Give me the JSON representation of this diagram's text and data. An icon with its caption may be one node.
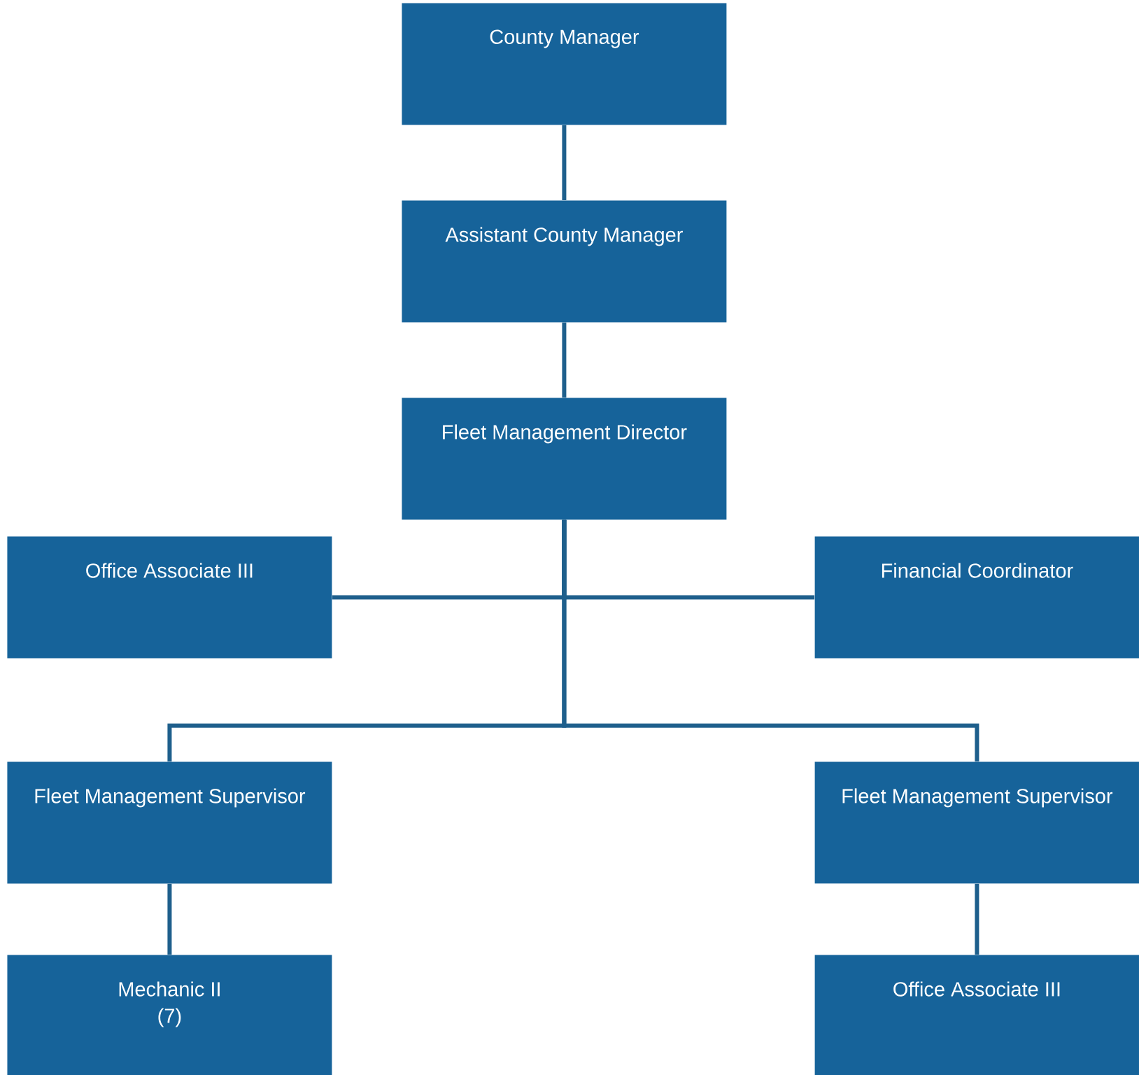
{
  "diagram": {
    "nodes": [
      {
        "text": [
          "County Manager"
        ]
      },
      {
        "text": [
          "Assistant County Manager"
        ]
      },
      {
        "text": [
          "Fleet Management Director"
        ]
      },
      {
        "text": [
          "Office Associate III"
        ]
      },
      {
        "text": [
          "Financial Coordinator"
        ]
      },
      {
        "text": [
          "Fleet Management Supervisor"
        ]
      },
      {
        "text": [
          "Fleet Management Supervisor"
        ]
      },
      {
        "text": [
          "Mechanic II",
          "(7)"
        ]
      },
      {
        "text": [
          "Office Associate III"
        ]
      }
    ],
    "edges": [
      {
        "from": 0,
        "to": 1,
        "arrow": "none"
      },
      {
        "from": 1,
        "to": 2,
        "arrow": "none"
      },
      {
        "from": 2,
        "to": 3,
        "arrow": "none"
      },
      {
        "from": 2,
        "to": 4,
        "arrow": "none"
      },
      {
        "from": 2,
        "to": 5,
        "arrow": "none"
      },
      {
        "from": 2,
        "to": 6,
        "arrow": "none"
      },
      {
        "from": 5,
        "to": 7,
        "arrow": "none"
      },
      {
        "from": 6,
        "to": 8,
        "arrow": "none"
      }
    ]
  }
}
